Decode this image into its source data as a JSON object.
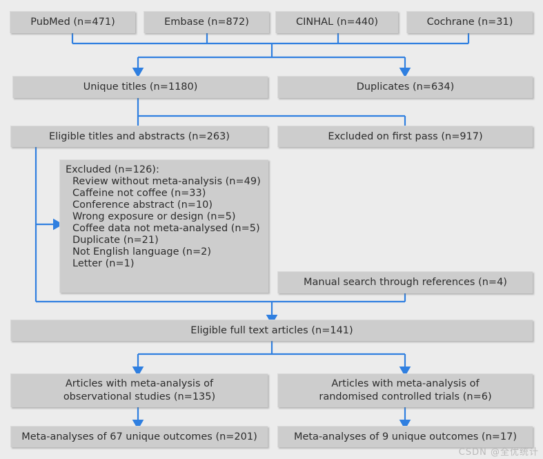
{
  "diagram": {
    "title": "PRISMA study selection flow diagram",
    "accent_color": "#2f7fe0",
    "box_fill": "#cdcdcd",
    "background": "#ececec",
    "text_color": "#2b2b2b"
  },
  "sources": [
    {
      "label": "PubMed (n=471)"
    },
    {
      "label": "Embase (n=872)"
    },
    {
      "label": "CINHAL (n=440)"
    },
    {
      "label": "Cochrane (n=31)"
    }
  ],
  "row_screen": [
    {
      "label": "Unique titles (n=1180)"
    },
    {
      "label": "Duplicates (n=634)"
    }
  ],
  "row_eligible": [
    {
      "label": "Eligible titles and abstracts (n=263)"
    },
    {
      "label": "Excluded on first pass (n=917)"
    }
  ],
  "excluded_box": {
    "header": "Excluded (n=126):",
    "reasons": [
      "Review without meta-analysis (n=49)",
      "Caffeine not coffee (n=33)",
      "Conference abstract (n=10)",
      "Wrong exposure or design (n=5)",
      "Coffee data not meta-analysed (n=5)",
      "Duplicate (n=21)",
      "Not English language (n=2)",
      "Letter (n=1)"
    ]
  },
  "manual_search": {
    "label": "Manual search through references (n=4)"
  },
  "full_text": {
    "label": "Eligible full text articles (n=141)"
  },
  "row_articles": [
    {
      "line1": "Articles with meta-analysis of",
      "line2": "observational studies (n=135)"
    },
    {
      "line1": "Articles with meta-analysis of",
      "line2": "randomised controlled trials (n=6)"
    }
  ],
  "row_outcomes": [
    {
      "label": "Meta-analyses of 67 unique outcomes (n=201)"
    },
    {
      "label": "Meta-analyses of 9 unique outcomes (n=17)"
    }
  ],
  "watermark": {
    "text": "CSDN @全优统计"
  }
}
